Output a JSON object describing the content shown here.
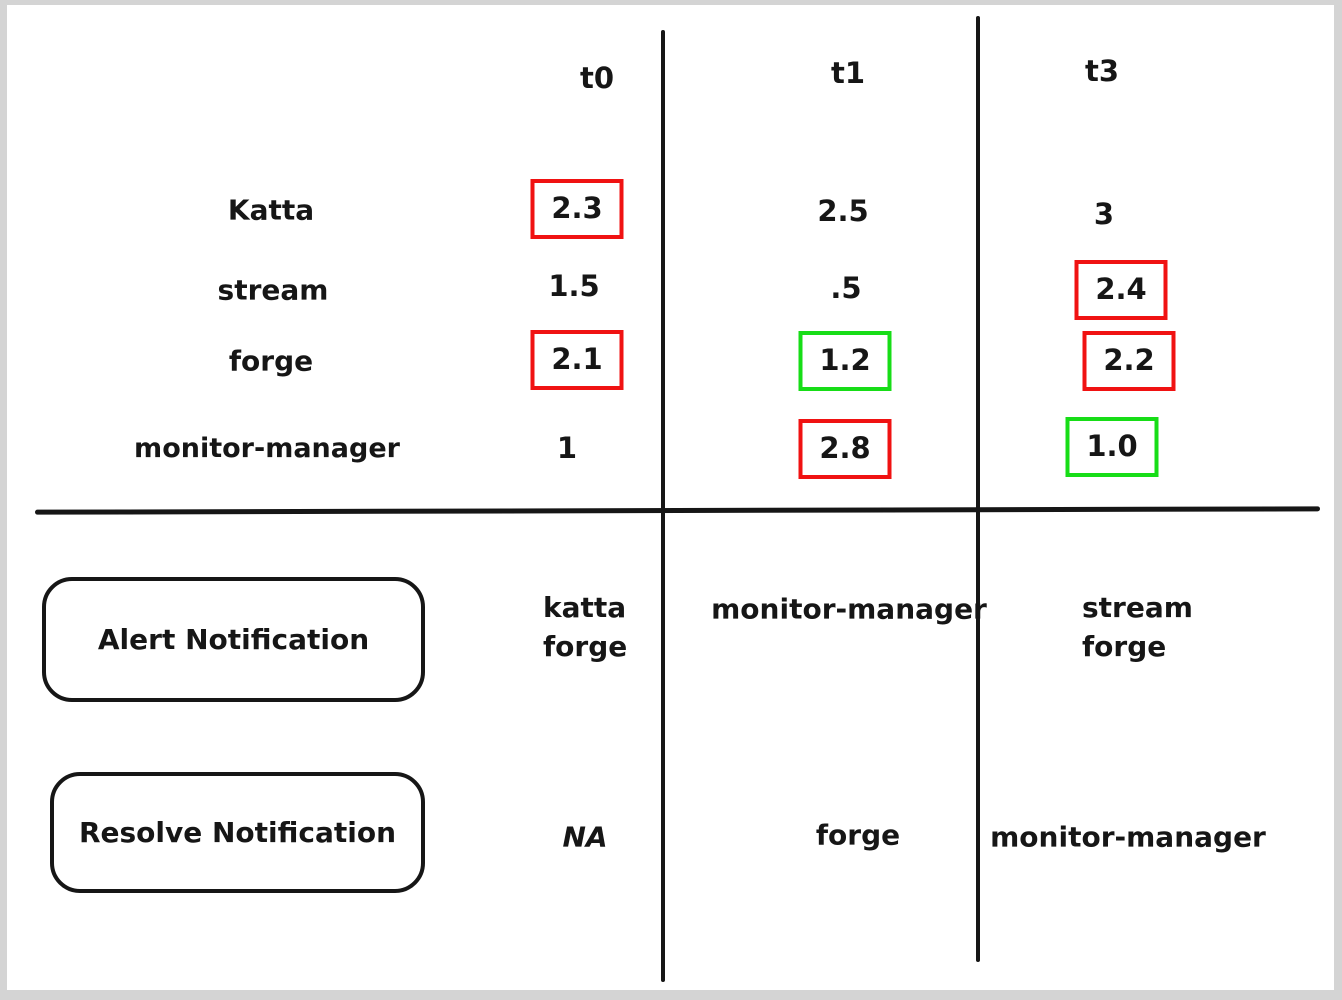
{
  "table": {
    "columns": [
      "t0",
      "t1",
      "t3"
    ],
    "rows": [
      {
        "label": "Katta",
        "cells": [
          {
            "text": "2.3",
            "box": "red"
          },
          {
            "text": "2.5",
            "box": "none"
          },
          {
            "text": "3",
            "box": "none"
          }
        ]
      },
      {
        "label": "stream",
        "cells": [
          {
            "text": "1.5",
            "box": "none"
          },
          {
            "text": ".5",
            "box": "none"
          },
          {
            "text": "2.4",
            "box": "red"
          }
        ]
      },
      {
        "label": "forge",
        "cells": [
          {
            "text": "2.1",
            "box": "red"
          },
          {
            "text": "1.2",
            "box": "green"
          },
          {
            "text": "2.2",
            "box": "red"
          }
        ]
      },
      {
        "label": "monitor-manager",
        "cells": [
          {
            "text": "1",
            "box": "none"
          },
          {
            "text": "2.8",
            "box": "red"
          },
          {
            "text": "1.0",
            "box": "green"
          }
        ]
      }
    ]
  },
  "notifications": {
    "alert": {
      "label": "Alert Notification",
      "cells": {
        "t0": [
          "katta",
          "forge"
        ],
        "t1": [
          "monitor-manager"
        ],
        "t3": [
          "stream",
          "forge"
        ]
      }
    },
    "resolve": {
      "label": "Resolve Notification",
      "cells": {
        "t0": [
          "NA"
        ],
        "t1": [
          "forge"
        ],
        "t3": [
          "monitor-manager"
        ]
      }
    }
  },
  "colors": {
    "ink": "#161616",
    "highlight_red": "#f01212",
    "highlight_green": "#17dd17",
    "frame_gray": "#d4d4d4"
  }
}
